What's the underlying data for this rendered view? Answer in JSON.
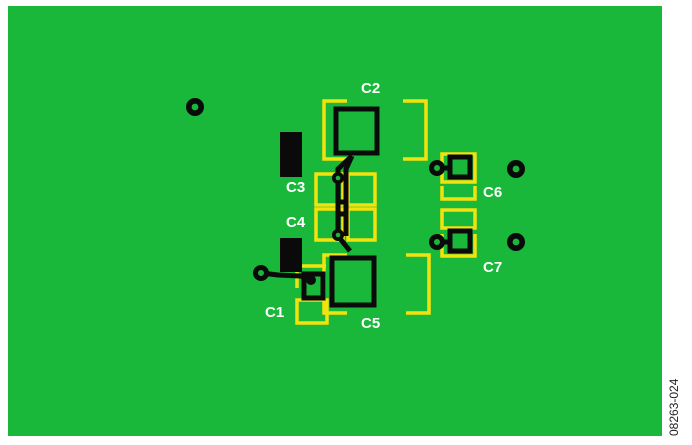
{
  "colors": {
    "board": "#19b83a",
    "silkscreen": "#f4e20c",
    "copper": "#0a0a0a",
    "label": "#ffffff"
  },
  "components": [
    {
      "id": "c1",
      "label": "C1"
    },
    {
      "id": "c2",
      "label": "C2"
    },
    {
      "id": "c3",
      "label": "C3"
    },
    {
      "id": "c4",
      "label": "C4"
    },
    {
      "id": "c5",
      "label": "C5"
    },
    {
      "id": "c6",
      "label": "C6"
    },
    {
      "id": "c7",
      "label": "C7"
    }
  ],
  "figure_id": "08263-024"
}
